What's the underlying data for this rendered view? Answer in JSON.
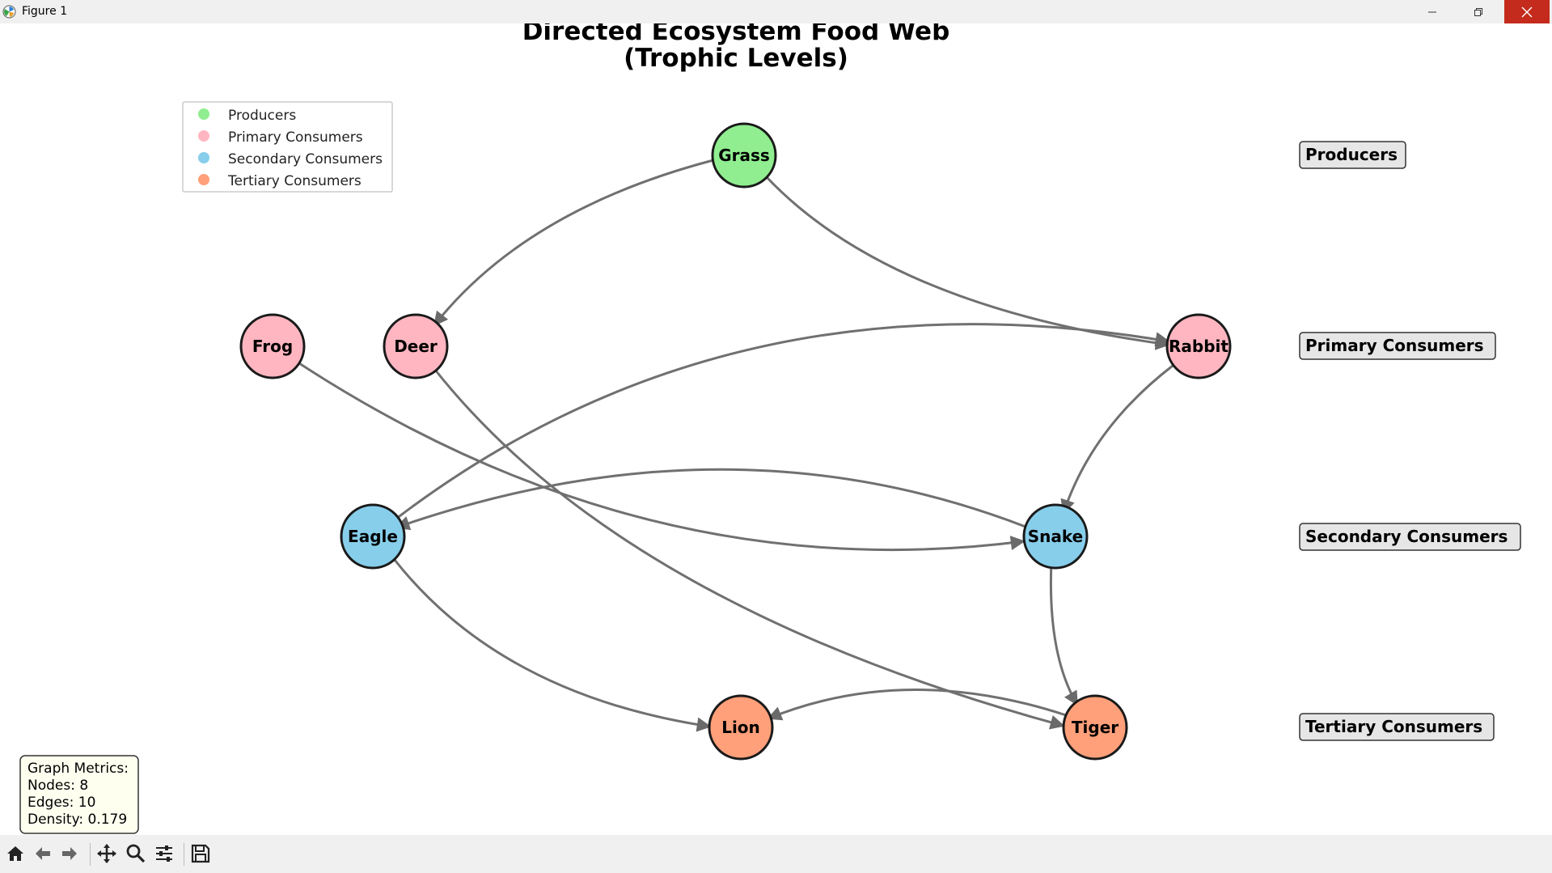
{
  "window": {
    "title": "Figure 1",
    "controls": [
      "minimize",
      "restore",
      "close"
    ]
  },
  "figure": {
    "title_line1": "Directed Ecosystem Food Web",
    "title_line2": "(Trophic Levels)"
  },
  "legend": {
    "items": [
      {
        "label": "Producers",
        "color": "#90ee90"
      },
      {
        "label": "Primary Consumers",
        "color": "#ffb6c1"
      },
      {
        "label": "Secondary Consumers",
        "color": "#87ceeb"
      },
      {
        "label": "Tertiary Consumers",
        "color": "#ffa07a"
      }
    ]
  },
  "level_labels": [
    "Producers",
    "Primary Consumers",
    "Secondary Consumers",
    "Tertiary Consumers"
  ],
  "nodes": [
    {
      "id": "Grass",
      "level": 0
    },
    {
      "id": "Frog",
      "level": 1
    },
    {
      "id": "Deer",
      "level": 1
    },
    {
      "id": "Rabbit",
      "level": 1
    },
    {
      "id": "Eagle",
      "level": 2
    },
    {
      "id": "Snake",
      "level": 2
    },
    {
      "id": "Lion",
      "level": 3
    },
    {
      "id": "Tiger",
      "level": 3
    }
  ],
  "edges": [
    {
      "from": "Grass",
      "to": "Deer"
    },
    {
      "from": "Grass",
      "to": "Rabbit"
    },
    {
      "from": "Frog",
      "to": "Snake"
    },
    {
      "from": "Deer",
      "to": "Tiger"
    },
    {
      "from": "Rabbit",
      "to": "Snake"
    },
    {
      "from": "Eagle",
      "to": "Rabbit"
    },
    {
      "from": "Eagle",
      "to": "Lion"
    },
    {
      "from": "Snake",
      "to": "Eagle"
    },
    {
      "from": "Snake",
      "to": "Tiger"
    },
    {
      "from": "Tiger",
      "to": "Lion"
    }
  ],
  "metrics": {
    "heading": "Graph Metrics:",
    "nodes_line": "Nodes: 8",
    "edges_line": "Edges: 10",
    "density_line": "Density: 0.179"
  },
  "toolbar": {
    "tools": [
      "home-icon",
      "back-icon",
      "forward-icon",
      "pan-icon",
      "zoom-icon",
      "configure-subplots-icon",
      "save-icon"
    ]
  },
  "colors": {
    "edge": "#707070",
    "node_border": "#1a1a1a",
    "close_button": "#c42b1c"
  }
}
